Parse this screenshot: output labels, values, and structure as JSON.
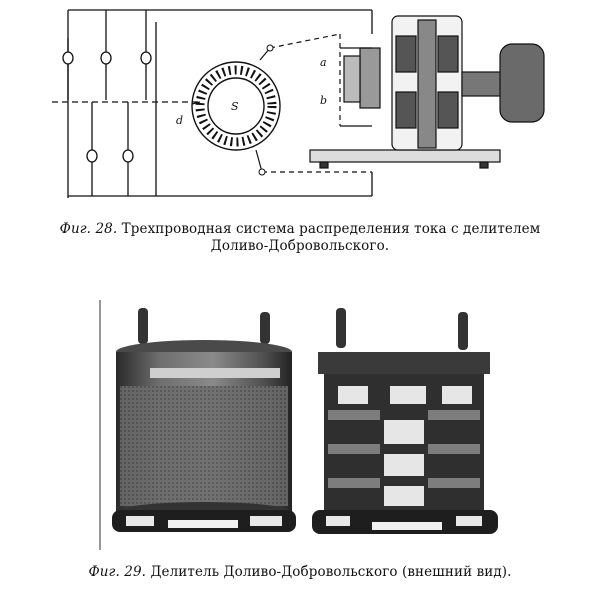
{
  "figure28": {
    "caption_number": "Фиг. 28.",
    "caption_line1": "Трехпроводная система распределения тока с делителем",
    "caption_line2": "Доливо-Добровольского.",
    "labels": {
      "d": "d",
      "s": "S",
      "a": "a",
      "b": "b"
    }
  },
  "figure29": {
    "caption_number": "Фиг. 29.",
    "caption_text": "Делитель Доливо-Добровольского (внешний вид)."
  }
}
